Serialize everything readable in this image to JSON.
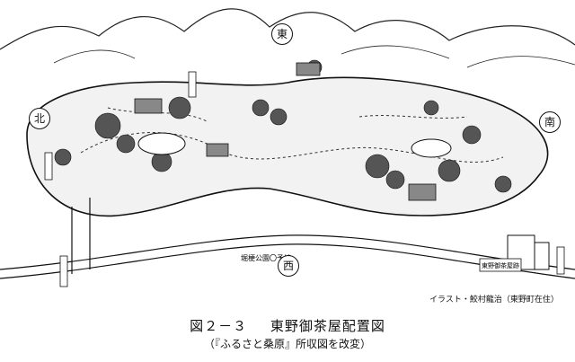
{
  "map": {
    "compass": {
      "east": "東",
      "west": "西",
      "south": "南",
      "north": "北"
    },
    "labels": {
      "park_name": "堀梗公園〇予線",
      "park_sign": "東野御茶屋跡"
    },
    "credit": "イラスト・鮫村龍治（東野町在住）"
  },
  "caption": {
    "figure_no": "図２－３",
    "title": "東野御茶屋配置図",
    "source": "（『ふるさと桑原』所収図を改変）"
  }
}
